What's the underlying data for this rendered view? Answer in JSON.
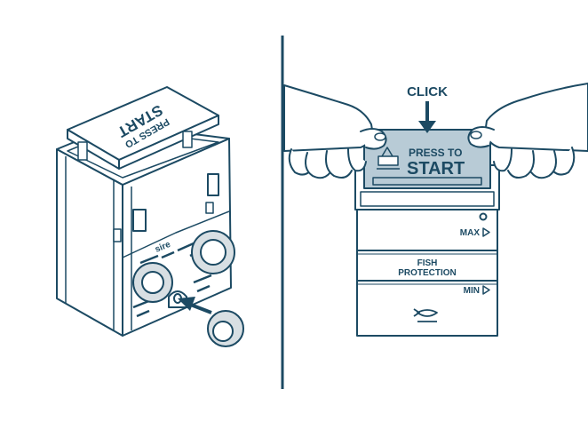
{
  "left_panel": {
    "lid_line1": "PRESS TO",
    "lid_line2": "START",
    "brand": "sire"
  },
  "right_panel": {
    "callout": "CLICK",
    "button_line1": "PRESS TO",
    "button_line2": "START",
    "max_label": "MAX",
    "fish_line1": "FISH",
    "fish_line2": "PROTECTION",
    "min_label": "MIN"
  },
  "colors": {
    "line": "#1c4a63",
    "fill_light": "#ffffff",
    "button_fill": "#b8cbd6",
    "disc_fill": "#d8dfe3"
  }
}
